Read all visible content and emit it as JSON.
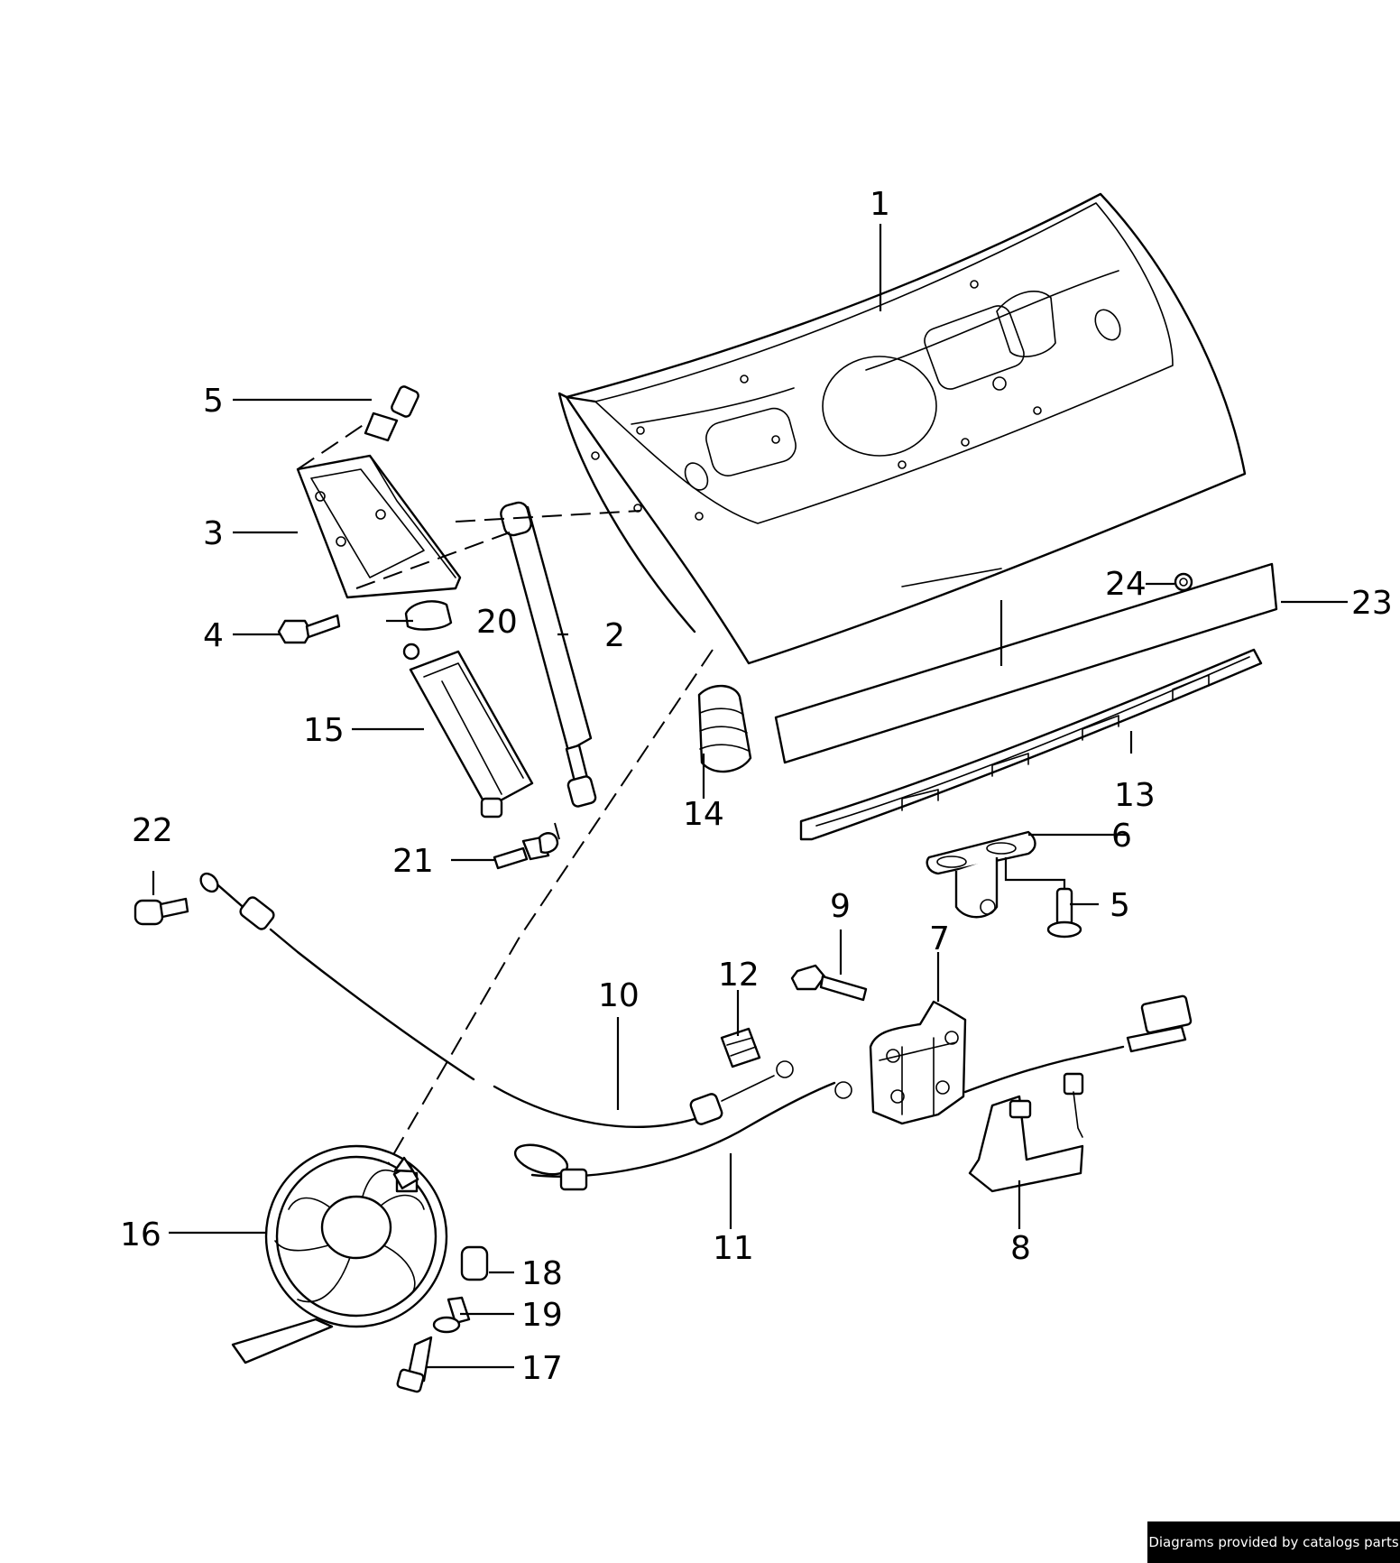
{
  "callouts": {
    "c1": "1",
    "c2": "2",
    "c3": "3",
    "c4": "4",
    "c5a": "5",
    "c5b": "5",
    "c6": "6",
    "c7": "7",
    "c8": "8",
    "c9": "9",
    "c10": "10",
    "c11": "11",
    "c12": "12",
    "c13": "13",
    "c14": "14",
    "c15": "15",
    "c16": "16",
    "c17": "17",
    "c18": "18",
    "c19": "19",
    "c20": "20",
    "c21": "21",
    "c22": "22",
    "c23": "23",
    "c24": "24"
  },
  "footer": {
    "credit": "Diagrams provided by catalogs parts"
  }
}
